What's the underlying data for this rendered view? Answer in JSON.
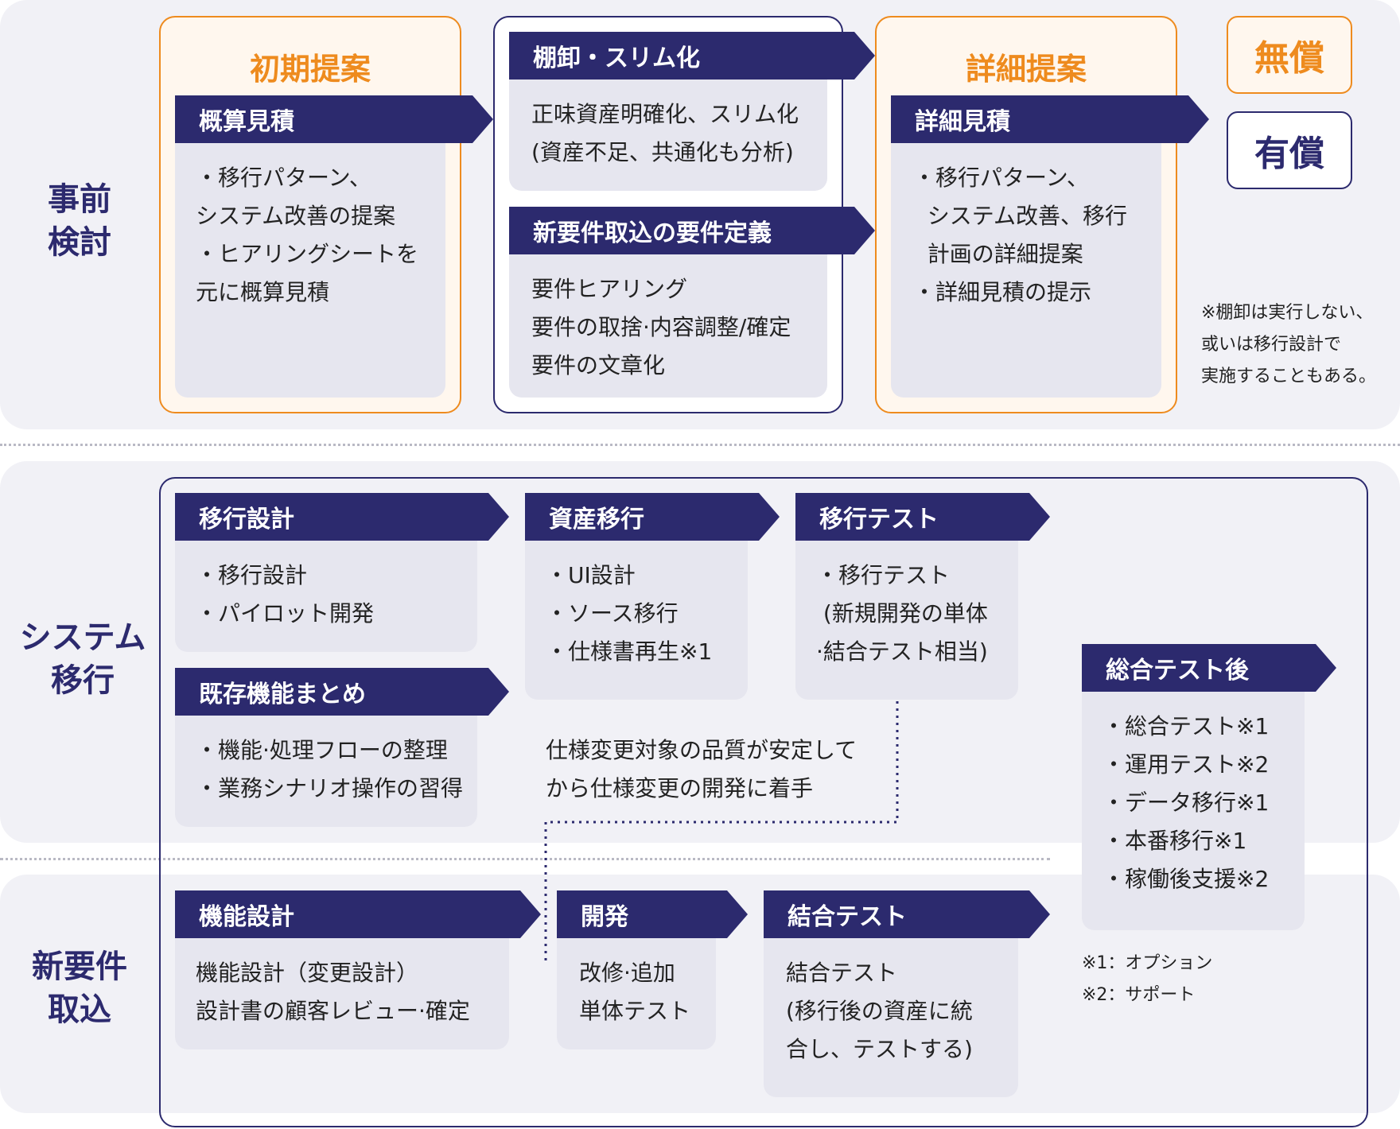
{
  "rows": {
    "pre": "事前\n検討",
    "migration": "システム\n移行",
    "new_req": "新要件\n取込"
  },
  "pre": {
    "initial": {
      "title": "初期提案",
      "bar": "概算見積",
      "body": "・移行パターン、\nシステム改善の提案\n・ヒアリングシートを\n元に概算見積"
    },
    "inventory": {
      "bar": "棚卸・スリム化",
      "body": "正味資産明確化、スリム化\n(資産不足、共通化も分析)"
    },
    "requirements": {
      "bar": "新要件取込の要件定義",
      "body": "要件ヒアリング\n要件の取捨·内容調整/確定\n要件の文章化"
    },
    "detail": {
      "title": "詳細提案",
      "bar": "詳細見積",
      "body": "・移行パターン、\n  システム改善、移行\n  計画の詳細提案\n・詳細見積の提示"
    },
    "badge_free": "無償",
    "badge_paid": "有償",
    "note": "※棚卸は実行しない、\n或いは移行設計で\n実施することもある。"
  },
  "migration": {
    "design": {
      "bar": "移行設計",
      "body": "・移行設計\n・パイロット開発"
    },
    "existing": {
      "bar": "既存機能まとめ",
      "body": "・機能·処理フローの整理\n・業務シナリオ操作の習得"
    },
    "asset": {
      "bar": "資産移行",
      "body": "・UI設計\n・ソース移行\n・仕様書再生※1"
    },
    "test": {
      "bar": "移行テスト",
      "body": "・移行テスト\n (新規開発の単体\n·結合テスト相当)"
    },
    "after": {
      "bar": "総合テスト後",
      "body": "・総合テスト※1\n・運用テスト※2\n・データ移行※1\n・本番移行※1\n・稼働後支援※2"
    },
    "annotation": "仕様変更対象の品質が安定して\nから仕様変更の開発に着手",
    "footnotes": "※1：オプション\n※2：サポート"
  },
  "new_req": {
    "func_design": {
      "bar": "機能設計",
      "body": "機能設計（変更設計）\n設計書の顧客レビュー·確定"
    },
    "dev": {
      "bar": "開発",
      "body": "改修·追加\n単体テスト"
    },
    "integration": {
      "bar": "結合テスト",
      "body": "結合テスト\n(移行後の資産に統\n合し、テストする)"
    }
  },
  "colors": {
    "navy": "#2c2a6e",
    "orange": "#ee8b1e",
    "band": "#f1f1f6",
    "card": "#e6e6ef"
  }
}
